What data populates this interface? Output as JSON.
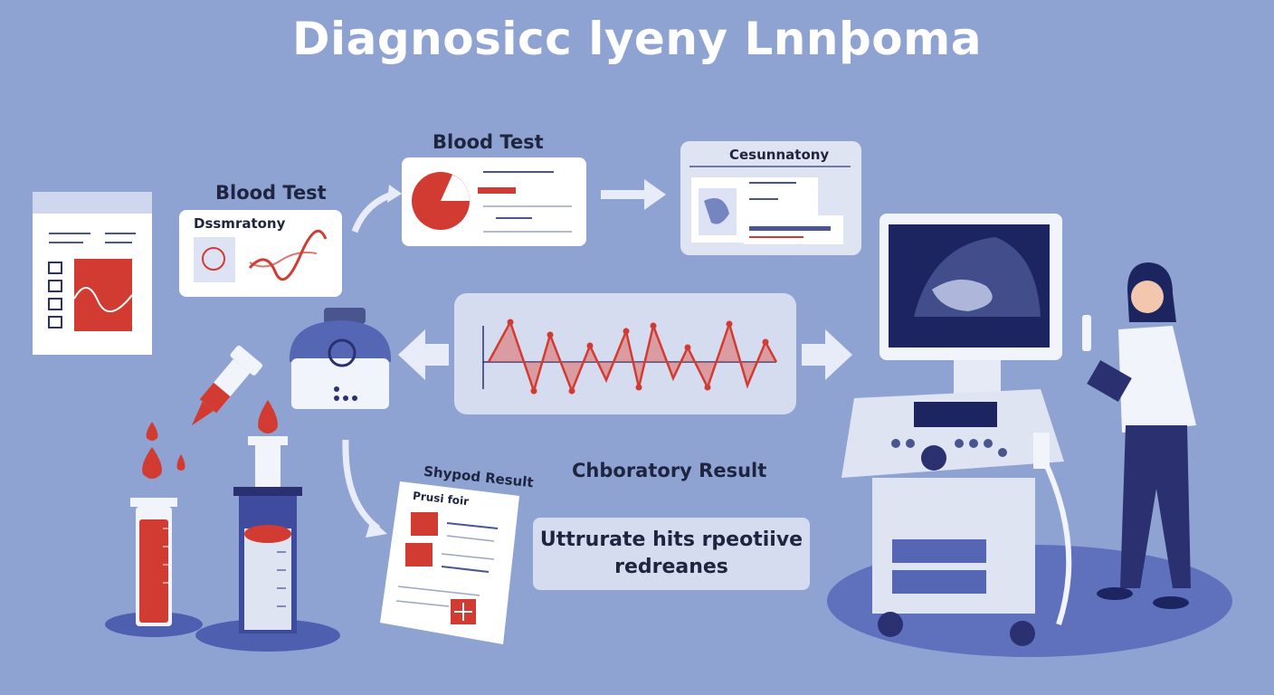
{
  "title": "Diagnosicc lyeny Lnnþoma",
  "steps": {
    "left_card_heading": "Blood Test",
    "left_card_subtitle": "Dssmratony",
    "middle_card_heading": "Blood Test",
    "right_card_heading": "Cesunnatony",
    "report_caption": "Shypod Result",
    "report_sheet_header": "Prusi foir",
    "lab_result_label": "Chboratory Result",
    "result_box_line1": "Uttrurate hits rpeotiive",
    "result_box_line2": "redreanes"
  },
  "colors": {
    "background": "#8fa3d2",
    "accent_red": "#d23b32",
    "navy": "#2b3170",
    "panel": "#d6dcf0"
  },
  "icons": [
    "checklist-icon",
    "pie-chart-icon",
    "waveform-icon",
    "blood-drop-icon",
    "test-tube-icon",
    "syringe-icon",
    "stethoscope-icon",
    "ultrasound-machine-icon",
    "doctor-icon",
    "arrow-icon"
  ]
}
